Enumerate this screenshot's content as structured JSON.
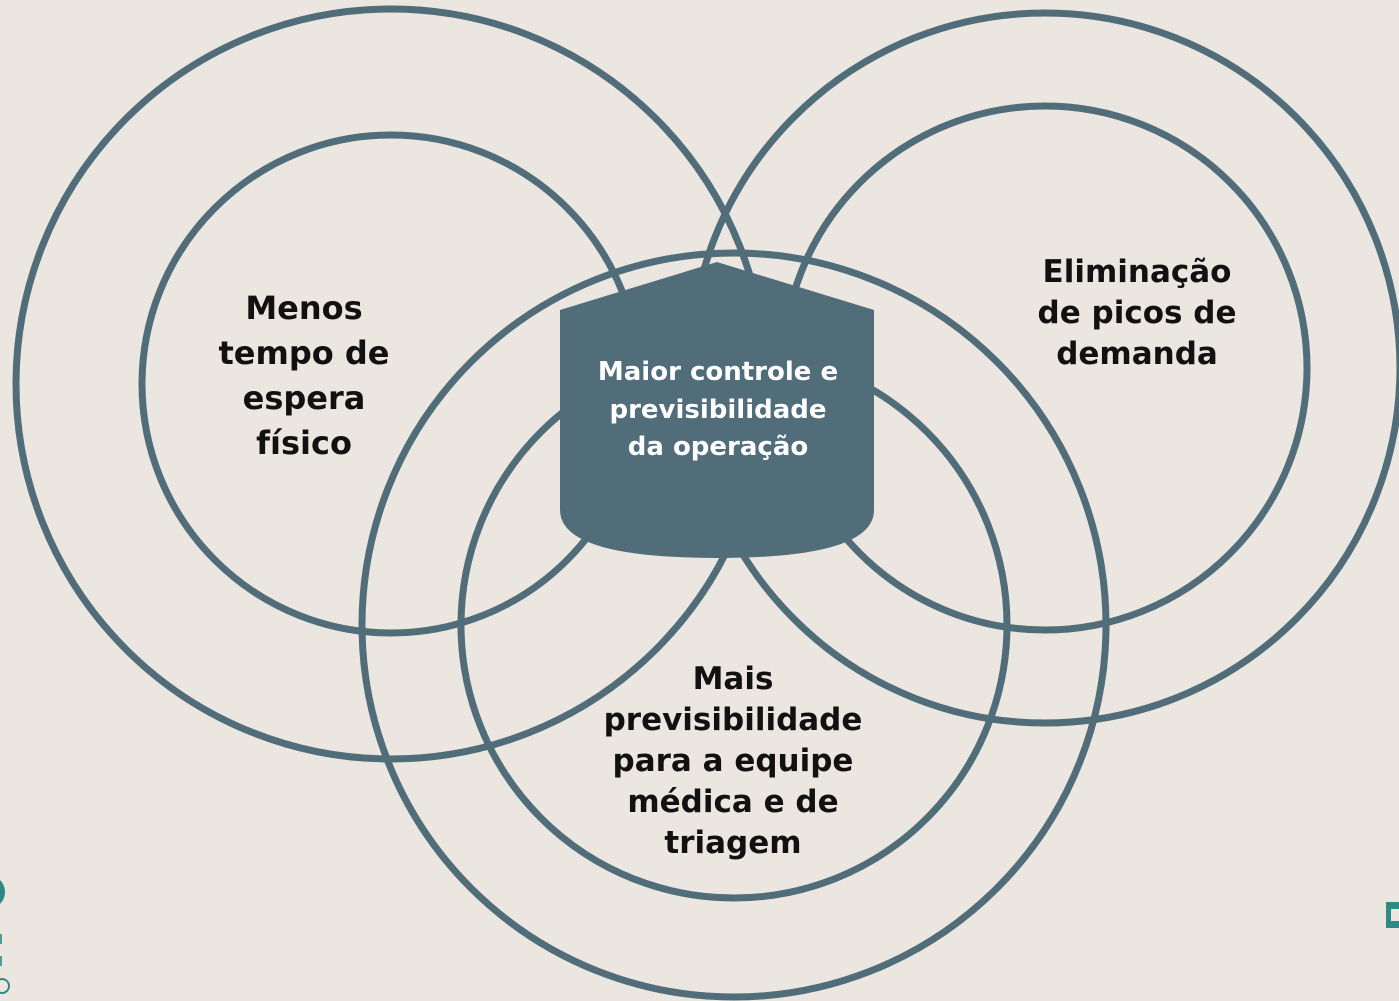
{
  "diagram": {
    "title": "",
    "center": {
      "label": "Maior controle e\nprevisibilidade\nda operação",
      "fill": "#516d7a"
    },
    "outcomes": [
      {
        "id": "left",
        "label": "Menos\ntempo de\nespera\nfísico"
      },
      {
        "id": "right",
        "label": "Eliminação\nde picos de\ndemanda"
      },
      {
        "id": "bottom",
        "label": "Mais\nprevisibilidade\npara a equipe\nmédica e de\ntriagem"
      }
    ]
  },
  "colors": {
    "background": "#ebe6df",
    "ring_stroke": "#516d7a",
    "center_fill": "#516d7a",
    "title_accent": "#b0704a",
    "logo_teal": "#2f8a86"
  }
}
